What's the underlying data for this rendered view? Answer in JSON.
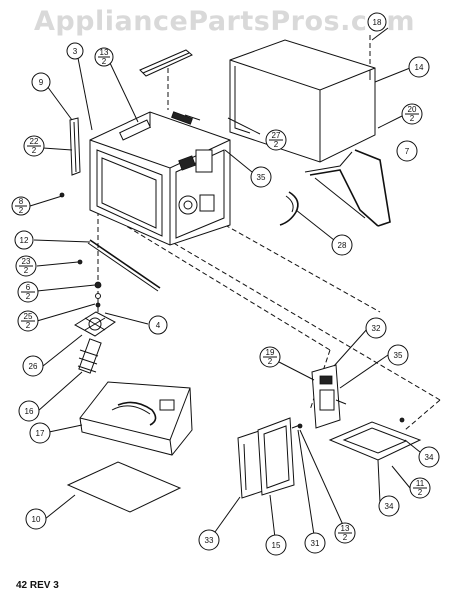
{
  "watermark": "AppliancePartsPros.com",
  "footer_text": "42 REV 3",
  "callouts": {
    "c9": "9",
    "c3": "3",
    "c13a": "13",
    "c13a_sub": "2",
    "c22": "22",
    "c22_sub": "2",
    "c8": "8",
    "c8_sub": "2",
    "c18": "18",
    "c14": "14",
    "c20": "20",
    "c20_sub": "2",
    "c7": "7",
    "c27": "27",
    "c27_sub": "2",
    "c35a": "35",
    "c28": "28",
    "c12": "12",
    "c23": "23",
    "c23_sub": "2",
    "c6": "6",
    "c6_sub": "2",
    "c25": "25",
    "c25_sub": "2",
    "c4": "4",
    "c26": "26",
    "c16": "16",
    "c17": "17",
    "c10": "10",
    "c32": "32",
    "c19": "19",
    "c19_sub": "2",
    "c35b": "35",
    "c34a": "34",
    "c11": "11",
    "c11_sub": "2",
    "c34b": "34",
    "c13b": "13",
    "c13b_sub": "2",
    "c33": "33",
    "c15": "15",
    "c31": "31"
  }
}
